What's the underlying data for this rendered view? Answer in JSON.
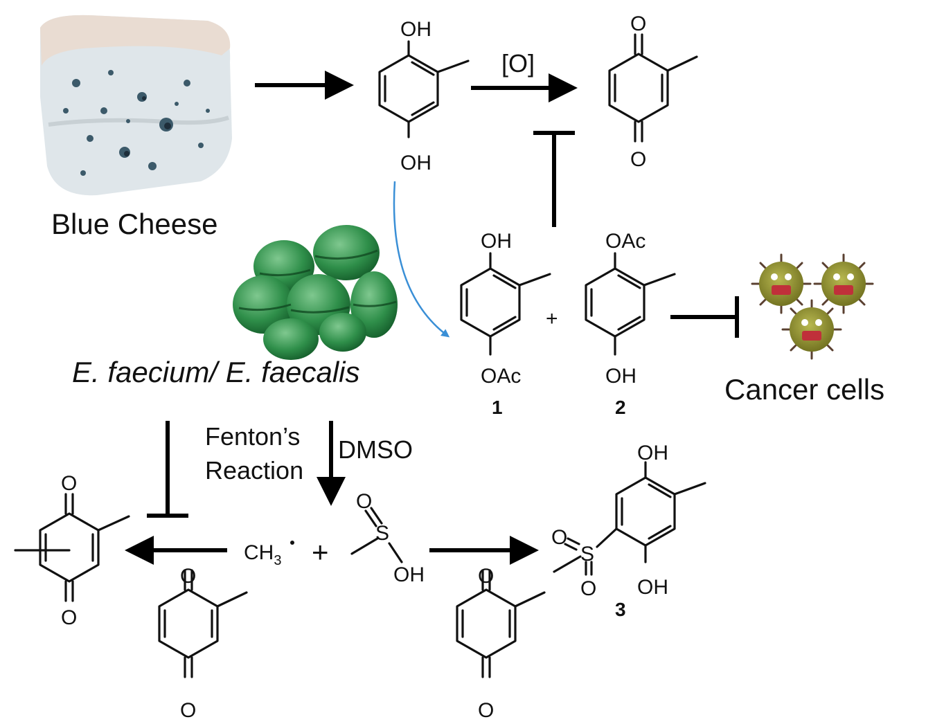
{
  "labels": {
    "blue_cheese": "Blue Cheese",
    "bacteria": "E. faecium/ E. faecalis",
    "cancer_cells": "Cancer cells",
    "oxidation": "[O]",
    "fenton_line1": "Fenton’s",
    "fenton_line2": "Reaction",
    "dmso": "DMSO",
    "methyl_radical": "CH",
    "methyl_sub": "3",
    "plus": "+"
  },
  "atoms": {
    "oh": "OH",
    "o": "O",
    "oac": "OAc",
    "s": "S"
  },
  "compounds": {
    "c1": "1",
    "c2": "2",
    "c3": "3"
  },
  "colors": {
    "arrow": "#000000",
    "curved_arrow": "#3a8fd6",
    "bacteria": "#2f8f4a",
    "cancer_body": "#8a8a2a",
    "cheese_base": "#dfe6ea",
    "cheese_mold": "#3c5a6a"
  }
}
